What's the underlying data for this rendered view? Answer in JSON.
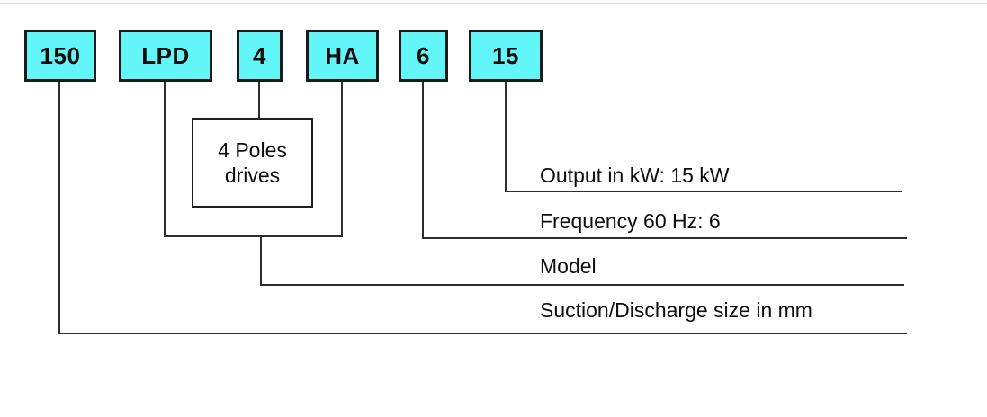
{
  "diagram": {
    "title_semantics": "pump-model-code-breakdown",
    "boxes": [
      {
        "code": "150"
      },
      {
        "code": "LPD"
      },
      {
        "code": "4"
      },
      {
        "code": "HA"
      },
      {
        "code": "6"
      },
      {
        "code": "15"
      }
    ],
    "note_box": {
      "line1": "4 Poles",
      "line2": "drives"
    },
    "annotations": [
      {
        "text": "Output in kW: 15 kW"
      },
      {
        "text": "Frequency 60 Hz: 6"
      },
      {
        "text": "Model"
      },
      {
        "text": "Suction/Discharge size in mm"
      }
    ],
    "colors": {
      "box_fill": "#63f6f8",
      "box_border": "#1a1a1a",
      "line": "#2d2d2d",
      "text": "#0d0d0d",
      "top_rule": "#dcdcdc"
    }
  }
}
